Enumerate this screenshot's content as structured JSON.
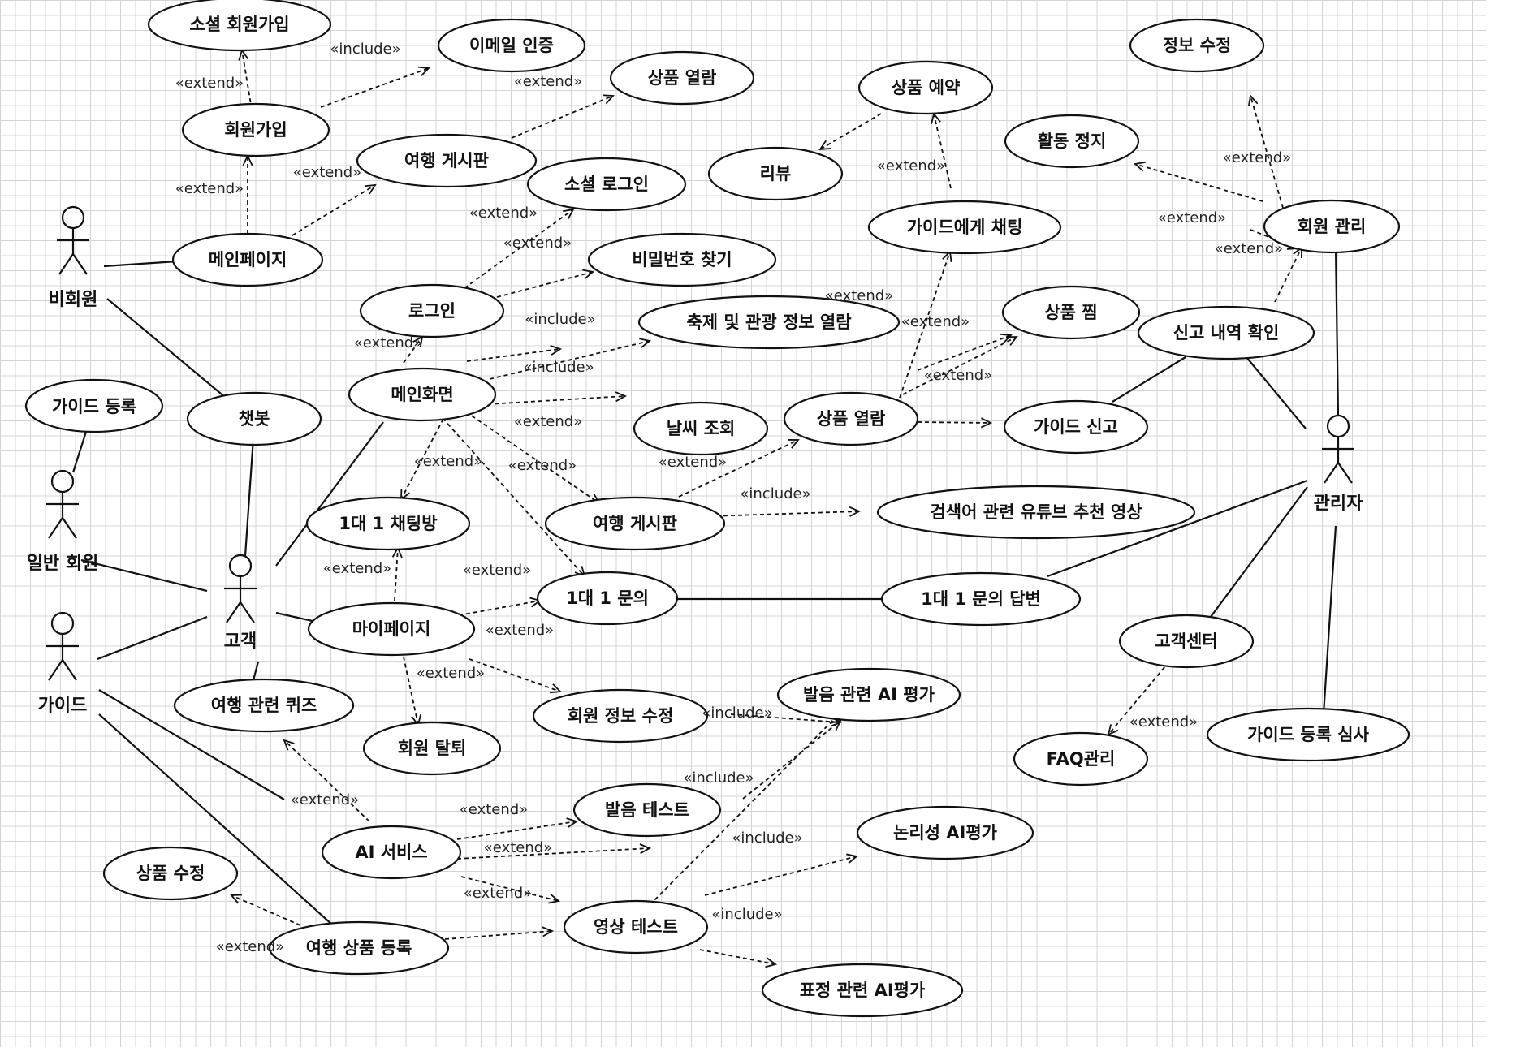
{
  "diagram": {
    "type": "uml-use-case",
    "grid": true,
    "colors": {
      "background": "#ffffff",
      "grid": "#d4d4d4",
      "ink": "#111111"
    }
  },
  "actors": [
    {
      "id": "nonmember",
      "label": "비회원"
    },
    {
      "id": "guide_reg",
      "label": "가이드 등록"
    },
    {
      "id": "member",
      "label": "일반 회원"
    },
    {
      "id": "guide",
      "label": "가이드"
    },
    {
      "id": "customer",
      "label": "고객"
    },
    {
      "id": "admin",
      "label": "관리자"
    }
  ],
  "use_cases": [
    {
      "id": "social_signup",
      "label": "소셜 회원가입"
    },
    {
      "id": "email_verify",
      "label": "이메일 인증"
    },
    {
      "id": "product_view1",
      "label": "상품 열람"
    },
    {
      "id": "signup",
      "label": "회원가입"
    },
    {
      "id": "board1",
      "label": "여행 게시판"
    },
    {
      "id": "social_login",
      "label": "소셜 로그인"
    },
    {
      "id": "main_page",
      "label": "메인페이지"
    },
    {
      "id": "find_pw",
      "label": "비밀번호 찾기"
    },
    {
      "id": "login",
      "label": "로그인"
    },
    {
      "id": "festival",
      "label": "축제 및 관광 정보 열람"
    },
    {
      "id": "main_screen",
      "label": "메인화면"
    },
    {
      "id": "chatbot",
      "label": "챗봇"
    },
    {
      "id": "weather",
      "label": "날씨 조회"
    },
    {
      "id": "chatroom",
      "label": "1대 1 채팅방"
    },
    {
      "id": "board2",
      "label": "여행 게시판"
    },
    {
      "id": "youtube",
      "label": "검색어 관련 유튜브 추천 영상"
    },
    {
      "id": "inquiry",
      "label": "1대 1 문의"
    },
    {
      "id": "inquiry_answer",
      "label": "1대 1 문의 답변"
    },
    {
      "id": "mypage",
      "label": "마이페이지"
    },
    {
      "id": "quiz",
      "label": "여행 관련 퀴즈"
    },
    {
      "id": "withdraw",
      "label": "회원 탈퇴"
    },
    {
      "id": "edit_member",
      "label": "회원 정보 수정"
    },
    {
      "id": "pron_eval",
      "label": "발음 관련 AI 평가"
    },
    {
      "id": "pron_test",
      "label": "발음 테스트"
    },
    {
      "id": "ai_service",
      "label": "AI 서비스"
    },
    {
      "id": "logic_eval",
      "label": "논리성 AI평가"
    },
    {
      "id": "edit_product",
      "label": "상품 수정"
    },
    {
      "id": "video_test",
      "label": "영상 테스트"
    },
    {
      "id": "register_product",
      "label": "여행 상품 등록"
    },
    {
      "id": "expr_eval",
      "label": "표정 관련 AI평가"
    },
    {
      "id": "reserve",
      "label": "상품 예약"
    },
    {
      "id": "review",
      "label": "리뷰"
    },
    {
      "id": "chat_guide",
      "label": "가이드에게 채팅"
    },
    {
      "id": "wish",
      "label": "상품 찜"
    },
    {
      "id": "product_view2",
      "label": "상품 열람"
    },
    {
      "id": "report_guide",
      "label": "가이드 신고"
    },
    {
      "id": "edit_info",
      "label": "정보 수정"
    },
    {
      "id": "suspend",
      "label": "활동 정지"
    },
    {
      "id": "manage_members",
      "label": "회원 관리"
    },
    {
      "id": "reports",
      "label": "신고 내역 확인"
    },
    {
      "id": "support",
      "label": "고객센터"
    },
    {
      "id": "faq",
      "label": "FAQ관리"
    },
    {
      "id": "guide_review",
      "label": "가이드 등록 심사"
    }
  ],
  "stereotypes": {
    "include": "«include»",
    "extend": "«extend»"
  }
}
